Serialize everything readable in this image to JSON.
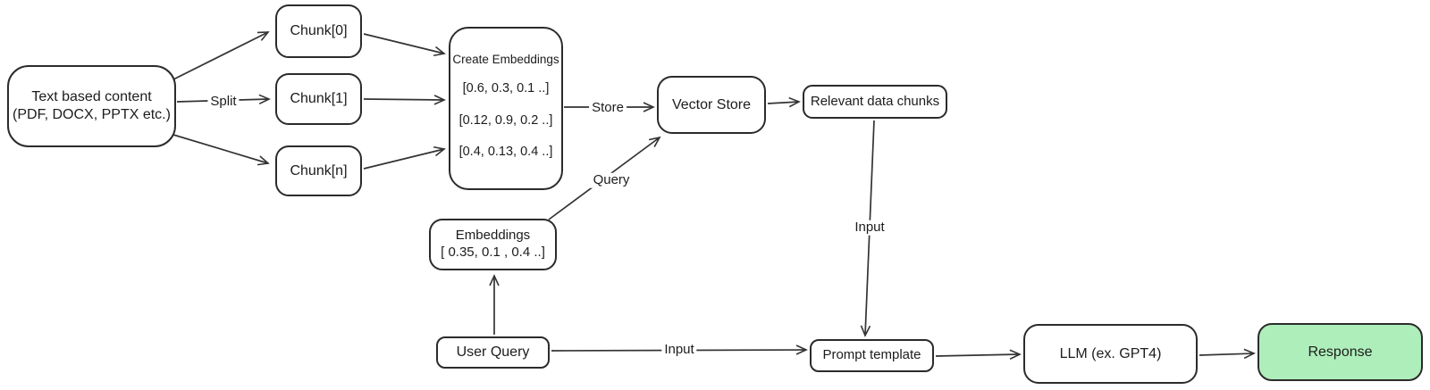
{
  "diagram": {
    "description": "RAG pipeline flowchart",
    "nodes": {
      "text_content": {
        "line1": "Text based content",
        "line2": "(PDF, DOCX, PPTX etc.)"
      },
      "chunk0": {
        "label": "Chunk[0]"
      },
      "chunk1": {
        "label": "Chunk[1]"
      },
      "chunkn": {
        "label": "Chunk[n]"
      },
      "create_embeddings": {
        "title": "Create Embeddings",
        "vectors": [
          "[0.6, 0.3, 0.1 ..]",
          "[0.12, 0.9, 0.2 ..]",
          "[0.4, 0.13, 0.4 ..]"
        ]
      },
      "vector_store": {
        "label": "Vector Store"
      },
      "relevant_chunks": {
        "label": "Relevant data chunks"
      },
      "embeddings": {
        "label": "Embeddings",
        "vector": "[ 0.35, 0.1 , 0.4 ..]"
      },
      "user_query": {
        "label": "User Query"
      },
      "prompt_template": {
        "label": "Prompt template"
      },
      "llm": {
        "label": "LLM (ex. GPT4)"
      },
      "response": {
        "label": "Response"
      }
    },
    "edge_labels": {
      "split": "Split",
      "store": "Store",
      "query": "Query",
      "input_from_user_query": "Input",
      "input_from_relevant_chunks": "Input"
    },
    "colors": {
      "background": "#ffffff",
      "node_border": "#2b2b2b",
      "arrow_stroke": "#333333",
      "response_fill": "#aeeebb",
      "text": "#1c1c1c"
    }
  }
}
